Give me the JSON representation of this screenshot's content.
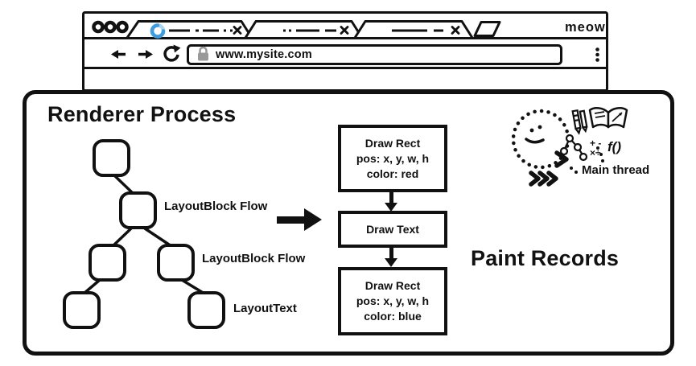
{
  "browser": {
    "brand": "meow",
    "address_bar": {
      "url": "www.mysite.com"
    },
    "tabs": [
      {
        "id": "tab-1",
        "loading": true
      },
      {
        "id": "tab-2",
        "loading": false
      },
      {
        "id": "tab-3",
        "loading": false
      }
    ]
  },
  "renderer": {
    "title": "Renderer Process",
    "tree_labels": [
      "LayoutBlock Flow",
      "LayoutBlock Flow",
      "LayoutText"
    ],
    "paint_records": {
      "heading": "Paint Records",
      "boxes": [
        {
          "lines": [
            "Draw Rect",
            "pos: x, y, w, h",
            "color: red"
          ]
        },
        {
          "lines": [
            "Draw Text"
          ]
        },
        {
          "lines": [
            "Draw Rect",
            "pos: x, y, w, h",
            "color: blue"
          ]
        }
      ]
    },
    "main_thread_label": "Main thread",
    "doodle_math": {
      "row1": "+ -",
      "row2": "×÷",
      "fn": "f()"
    }
  },
  "colors": {
    "ink": "#111111",
    "spinner_blue": "#3f9be0",
    "spinner_light": "#aed4f0",
    "lock_gray": "#999999"
  }
}
